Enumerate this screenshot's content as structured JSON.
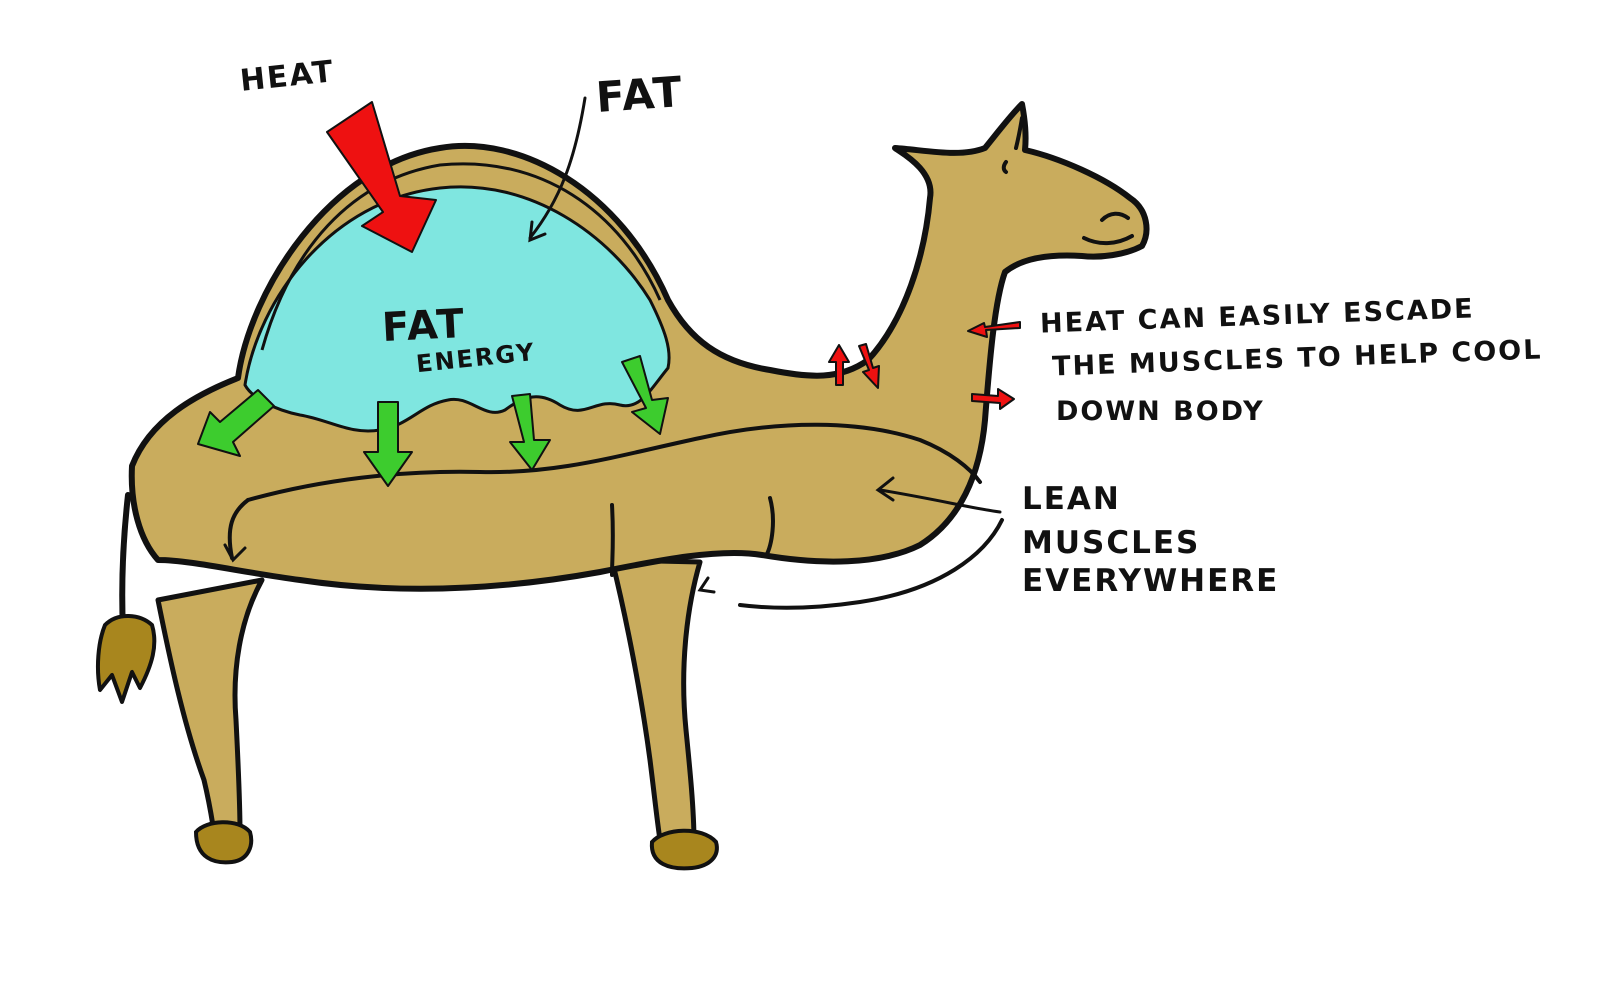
{
  "labels": {
    "heat": "HEAT",
    "fat": "FAT",
    "fat_energy_line1": "FAT",
    "fat_energy_line2": "ENERGY",
    "heat_escape": {
      "line1": "HEAT CAN EASILY ESCADE",
      "line2": "THE MUSCLES TO HELP COOL",
      "line3": "DOWN BODY"
    },
    "lean_muscles": {
      "line1": "LEAN",
      "line2": "MUSCLES",
      "line3": "EVERYWHERE"
    }
  },
  "colors": {
    "camel_body": "#c9ac5d",
    "hoof": "#a8861e",
    "fat_store": "#7fe6e0",
    "heat_arrow": "#ee1111",
    "energy_arrow": "#3dcc2e",
    "outline": "#111111"
  },
  "icons": {
    "heat_arrow": "big-red-down-arrow",
    "energy_arrow": "green-down-arrow",
    "cooling_arrow": "small-red-arrow"
  }
}
